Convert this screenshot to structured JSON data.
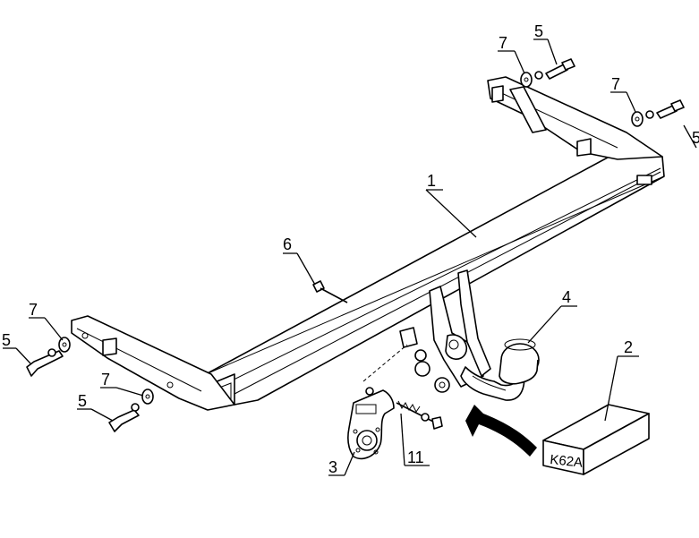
{
  "labels": {
    "beam": "1",
    "kit_box": "2",
    "electrical_plate": "3",
    "tow_ball": "4",
    "bolt_left_upper": "5",
    "bolt_left_lower": "5",
    "bolt_right_top": "5",
    "bolt_right_edge": "5",
    "bolt_center": "6",
    "washer_left_upper": "7",
    "washer_left_lower": "7",
    "washer_right_top": "7",
    "washer_right_mid": "7",
    "spring_bolt": "11"
  },
  "kit_box": {
    "code": "K62A"
  }
}
